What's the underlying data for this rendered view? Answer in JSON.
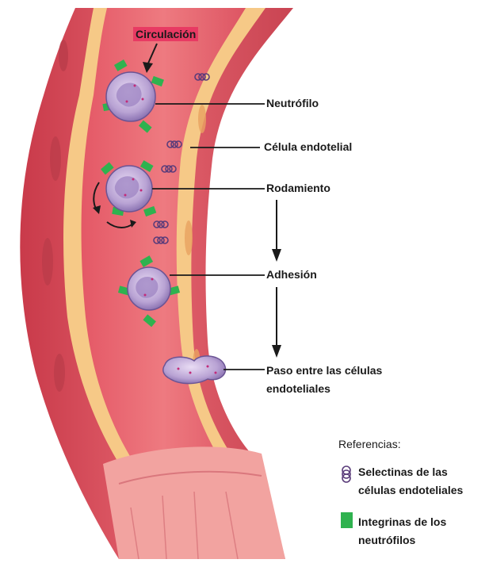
{
  "diagram": {
    "title_tag": "Circulación",
    "labels": {
      "neutrofilo": "Neutrófilo",
      "celula_endotelial": "Célula endotelial",
      "rodamiento": "Rodamiento",
      "adhesion": "Adhesión",
      "paso_line1": "Paso entre las células",
      "paso_line2": "endoteliales"
    },
    "legend": {
      "title": "Referencias:",
      "selectinas_line1": "Selectinas de las",
      "selectinas_line2": "células endoteliales",
      "integrinas_line1": "Integrinas de los",
      "integrinas_line2": "neutrófilos"
    },
    "colors": {
      "vessel_wall": "#d9505e",
      "vessel_lumen": "#e8646e",
      "endothelium": "#f6c987",
      "neutrophil": "#b7a2d0",
      "integrin": "#2fb24f",
      "title_highlight": "#e83a63"
    }
  }
}
